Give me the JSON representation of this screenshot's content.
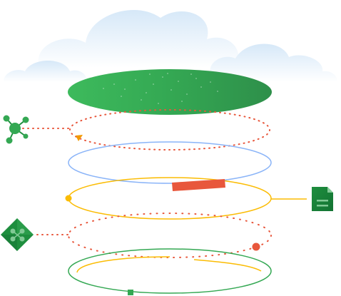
{
  "scene": {
    "icons": [
      {
        "name": "network-hub-icon",
        "color": "#34A853"
      },
      {
        "name": "document-icon",
        "color": "#1E8E3E"
      },
      {
        "name": "diamond-network-icon",
        "color": "#1E8E3E"
      }
    ],
    "rings": [
      {
        "name": "top-disc",
        "style": "filled",
        "color": "#34A853"
      },
      {
        "name": "dotted-orbit-top",
        "style": "dotted",
        "color": "#EA4335"
      },
      {
        "name": "blue-ring",
        "style": "solid",
        "color": "#8AB4F8"
      },
      {
        "name": "yellow-ring",
        "style": "solid",
        "color": "#FBBC04"
      },
      {
        "name": "dotted-orbit-bottom",
        "style": "dotted",
        "color": "#EA4335"
      },
      {
        "name": "green-ring",
        "style": "solid",
        "color": "#34A853"
      }
    ],
    "colors": {
      "cloud": "#E3F0FB",
      "green": "#34A853",
      "dark_green": "#1E8E3E",
      "red": "#E8573C",
      "yellow": "#FBBC04",
      "blue": "#8AB4F8"
    }
  }
}
